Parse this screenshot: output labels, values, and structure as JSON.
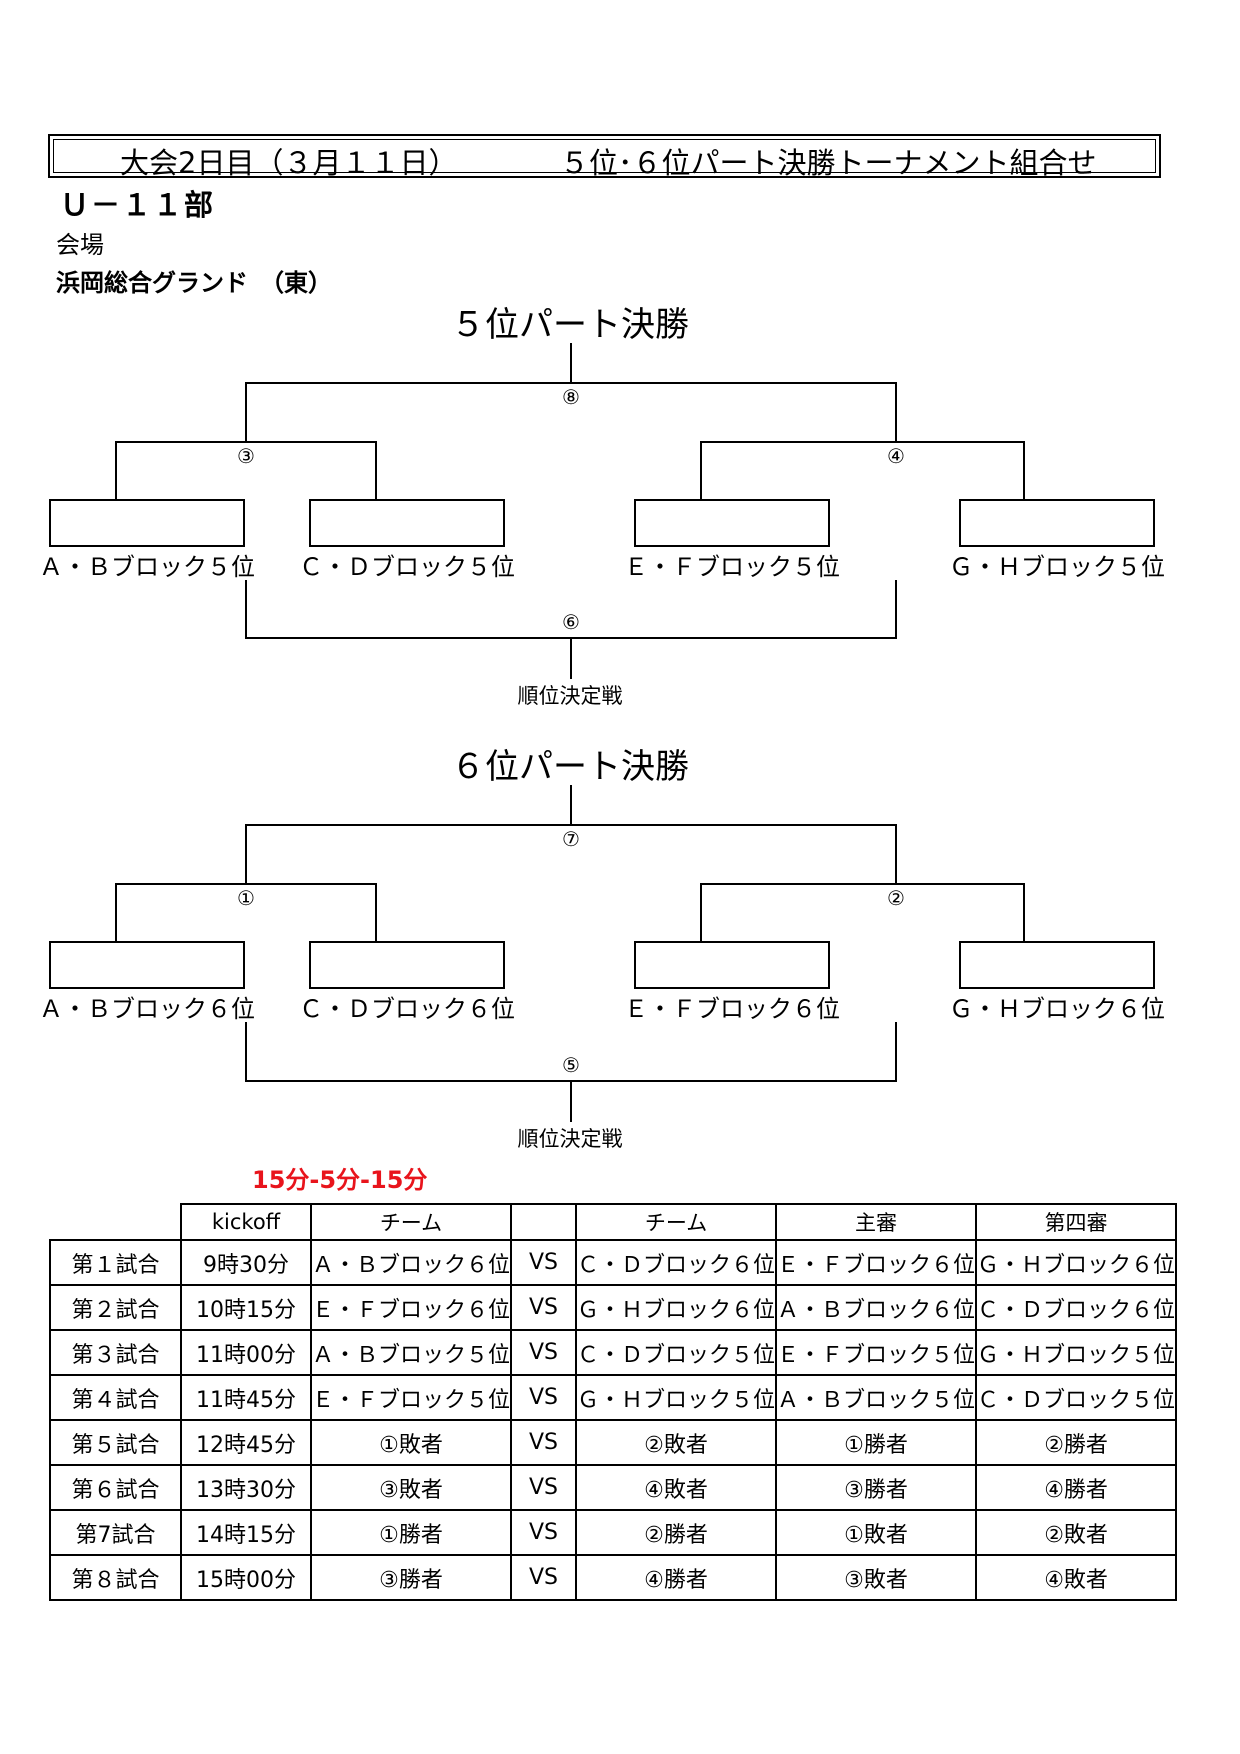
{
  "header": {
    "title_left": "大会2日目（３月１１日）",
    "title_right": "５位･６位パート決勝トーナメント組合せ",
    "division": "Ｕ－１１部",
    "venue_label": "会場",
    "venue_name": "浜岡総合グランド　（東）"
  },
  "bracket5": {
    "title": "５位パート決勝",
    "final_match": "⑧",
    "left_semi": "③",
    "right_semi": "④",
    "teams": [
      "Ａ・Ｂブロック５位",
      "Ｃ・Ｄブロック５位",
      "Ｅ・Ｆブロック５位",
      "Ｇ・Ｈブロック５位"
    ],
    "placement_match": "⑥",
    "placement_label": "順位決定戦"
  },
  "bracket6": {
    "title": "６位パート決勝",
    "final_match": "⑦",
    "left_semi": "①",
    "right_semi": "②",
    "teams": [
      "Ａ・Ｂブロック６位",
      "Ｃ・Ｄブロック６位",
      "Ｅ・Ｆブロック６位",
      "Ｇ・Ｈブロック６位"
    ],
    "placement_match": "⑤",
    "placement_label": "順位決定戦"
  },
  "match_format": "15分-5分-15分",
  "schedule": {
    "headers": [
      "",
      "kickoff",
      "チーム",
      "",
      "チーム",
      "主審",
      "第四審"
    ],
    "rows": [
      [
        "第１試合",
        "9時30分",
        "Ａ・Ｂブロック６位",
        "VS",
        "Ｃ・Ｄブロック６位",
        "Ｅ・Ｆブロック６位",
        "Ｇ・Ｈブロック６位"
      ],
      [
        "第２試合",
        "10時15分",
        "Ｅ・Ｆブロック６位",
        "VS",
        "Ｇ・Ｈブロック６位",
        "Ａ・Ｂブロック６位",
        "Ｃ・Ｄブロック６位"
      ],
      [
        "第３試合",
        "11時00分",
        "Ａ・Ｂブロック５位",
        "VS",
        "Ｃ・Ｄブロック５位",
        "Ｅ・Ｆブロック５位",
        "Ｇ・Ｈブロック５位"
      ],
      [
        "第４試合",
        "11時45分",
        "Ｅ・Ｆブロック５位",
        "VS",
        "Ｇ・Ｈブロック５位",
        "Ａ・Ｂブロック５位",
        "Ｃ・Ｄブロック５位"
      ],
      [
        "第５試合",
        "12時45分",
        "①敗者",
        "VS",
        "②敗者",
        "①勝者",
        "②勝者"
      ],
      [
        "第６試合",
        "13時30分",
        "③敗者",
        "VS",
        "④敗者",
        "③勝者",
        "④勝者"
      ],
      [
        "第7試合",
        "14時15分",
        "①勝者",
        "VS",
        "②勝者",
        "①敗者",
        "②敗者"
      ],
      [
        "第８試合",
        "15時00分",
        "③勝者",
        "VS",
        "④勝者",
        "③敗者",
        "④敗者"
      ]
    ]
  }
}
